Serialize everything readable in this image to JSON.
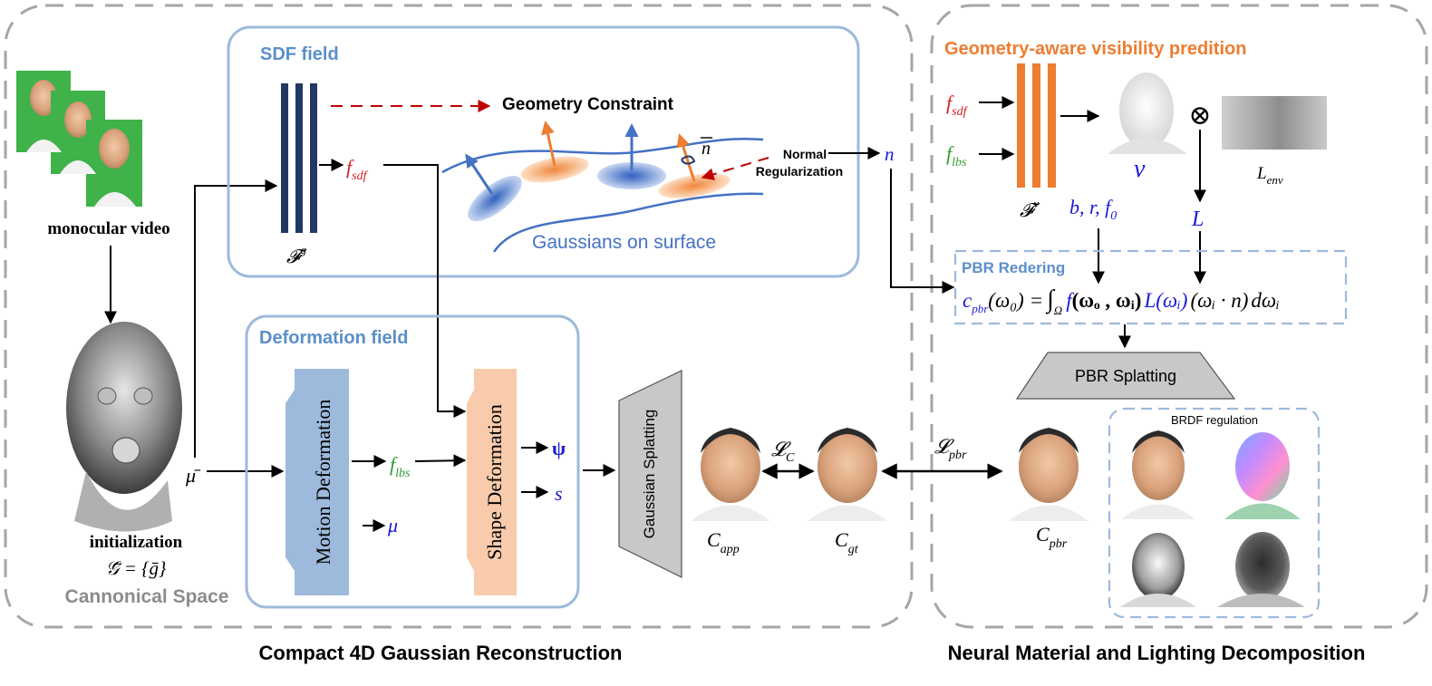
{
  "captions": {
    "left": "Compact 4D Gaussian Reconstruction",
    "right": "Neural Material and Lighting Decomposition"
  },
  "input": {
    "label": "monocular video",
    "init_label": "initialization",
    "init_formula": "𝒢̄ = {ḡ}",
    "space_label": "Cannonical Space"
  },
  "sdf": {
    "title": "SDF field",
    "network": "𝓕",
    "network_sup": "g",
    "f_sdf": "f",
    "f_sdf_sub": "sdf",
    "constraint": "Geometry Constraint",
    "surface_label": "Gaussians on surface",
    "normal_sym": "n",
    "normal_reg_1": "Normal",
    "normal_reg_2": "Regularization",
    "n_out": "n"
  },
  "deformation": {
    "title": "Deformation field",
    "mu_bar": "μ̄",
    "motion": "Motion Deformation",
    "shape": "Shape Deformation",
    "f_lbs": "f",
    "f_lbs_sub": "lbs",
    "mu": "μ",
    "psi": "ψ",
    "s": "s"
  },
  "splatting": {
    "gaussian": "Gaussian Splatting",
    "c_app": "C",
    "c_app_sub": "app",
    "c_gt": "C",
    "c_gt_sub": "gt",
    "c_pbr": "C",
    "c_pbr_sub": "pbr",
    "loss_c": "𝓛",
    "loss_c_sub": "C",
    "loss_pbr": "𝓛",
    "loss_pbr_sub": "pbr"
  },
  "visibility": {
    "title": "Geometry-aware visibility predition",
    "f_sdf": "f",
    "f_sdf_sub": "sdf",
    "f_lbs": "f",
    "f_lbs_sub": "lbs",
    "network": "𝓕",
    "network_sup": "v",
    "v": "v",
    "otimes": "⊗",
    "l_env": "L",
    "l_env_sub": "env",
    "l": "L",
    "brdf_params": "b, r, f",
    "brdf_params_sub": "0"
  },
  "pbr": {
    "title": "PBR Redering",
    "equation_lhs": "c",
    "equation_lhs_sub": "pbr",
    "equation_lhs_arg": "(ω₀) =",
    "equation_int": "∫",
    "equation_int_sub": "Ω",
    "equation_f": "f",
    "equation_f_args": "(ωₒ , ωᵢ)",
    "equation_l": "L(ωᵢ)",
    "equation_dot": "(ωᵢ · n)",
    "equation_d": "dωᵢ",
    "splatting": "PBR Splatting",
    "brdf_title": "BRDF regulation"
  },
  "colors": {
    "dash_outer": "#a6a6a6",
    "panel_border": "#9dbadb",
    "panel_title": "#5b8fc9",
    "orange": "#ed7d31",
    "navy": "#1f3864",
    "red": "#d42020",
    "green": "#2e9a2e",
    "blue": "#1a1ad6",
    "motion_fill": "#9dbadc",
    "shape_fill": "#f8cbad",
    "splat_fill": "#c8c8c8",
    "surface_blue": "#4472c4"
  }
}
